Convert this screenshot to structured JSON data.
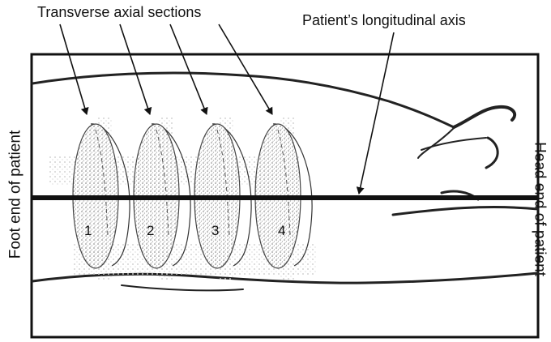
{
  "labels": {
    "sections": "Transverse axial sections",
    "axis": "Patient’s longitudinal axis",
    "foot": "Foot end of patient",
    "head": "Head end of patient"
  },
  "section_numbers": [
    "1",
    "2",
    "3",
    "4"
  ],
  "colors": {
    "ink": "#111111",
    "stipple": "#9a9a9a",
    "faint": "#d6d6d6"
  }
}
